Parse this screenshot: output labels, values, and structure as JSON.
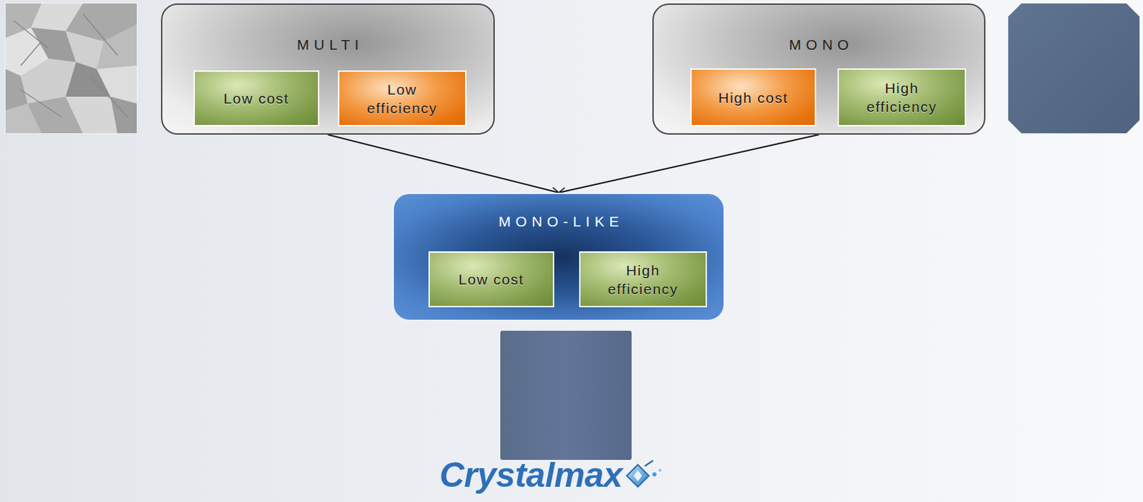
{
  "diagram": {
    "nodes": [
      {
        "text": [
          "MULTI"
        ]
      },
      {
        "text": [
          "Low cost"
        ],
        "in": 0
      },
      {
        "text": [
          "Low efficiency"
        ],
        "in": 0
      },
      {
        "text": [
          "MONO"
        ]
      },
      {
        "text": [
          "High cost"
        ],
        "in": 3
      },
      {
        "text": [
          "High efficiency"
        ],
        "in": 3
      },
      {
        "text": [
          "MONO-LIKE"
        ]
      },
      {
        "text": [
          "Low cost"
        ],
        "in": 6
      },
      {
        "text": [
          "High efficiency"
        ],
        "in": 6
      }
    ],
    "edges": [
      {
        "from": 0,
        "to": 6,
        "arrow": "to"
      },
      {
        "from": 3,
        "to": 6,
        "arrow": "to"
      }
    ],
    "labels": [
      "Crystalmax"
    ]
  }
}
